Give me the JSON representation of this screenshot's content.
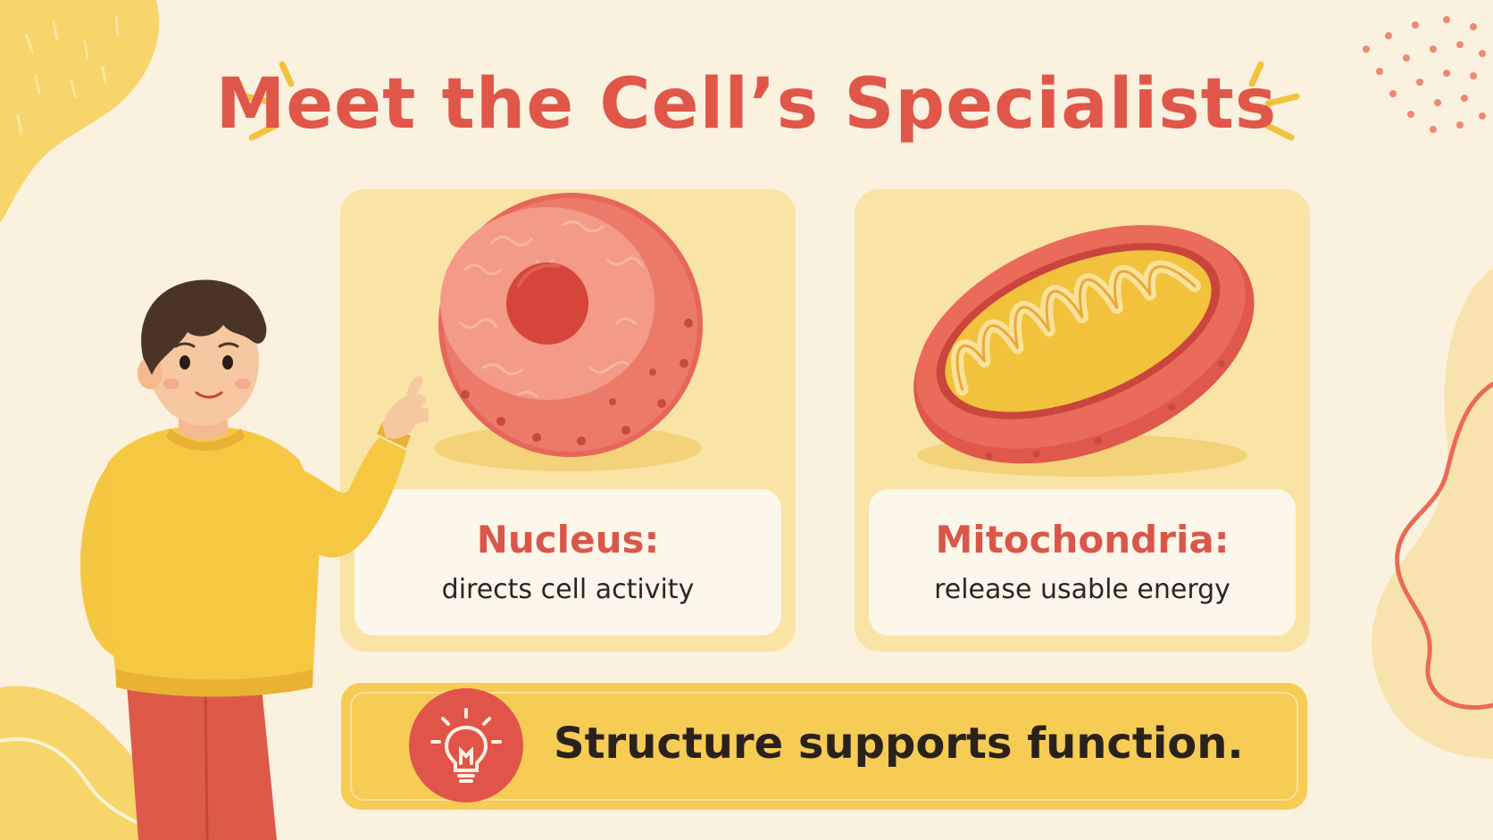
{
  "title": "Meet the Cell’s Specialists",
  "cards": [
    {
      "name": "Nucleus:",
      "description": "directs cell activity",
      "illustration": "nucleus-illustration"
    },
    {
      "name": "Mitochondria:",
      "description": "release usable energy",
      "illustration": "mitochondria-illustration"
    }
  ],
  "banner": {
    "icon": "lightbulb-icon",
    "text": "Structure supports function."
  },
  "colors": {
    "background": "#fbf1df",
    "title": "#e0574a",
    "card": "#f9e4a6",
    "caption": "#fdf6ea",
    "accent_red": "#e1544a",
    "accent_yellow": "#f6cc55"
  }
}
